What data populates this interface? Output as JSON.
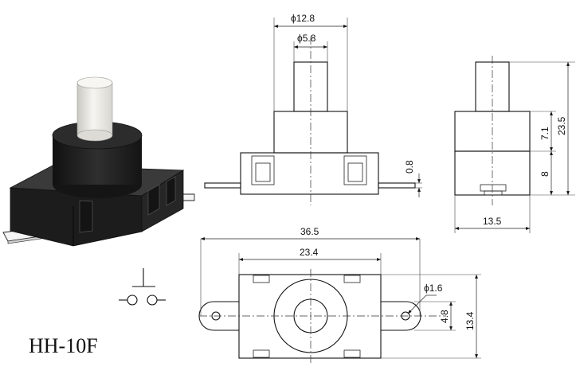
{
  "model": "HH-10F",
  "dimensions": {
    "phi_12_8": "ϕ12.8",
    "phi_5_8": "ϕ5.8",
    "h_23_5": "23.5",
    "h_7_1": "7.1",
    "h_8": "8",
    "w_13_5": "13.5",
    "t_0_8": "0.8",
    "w_36_5": "36.5",
    "w_23_4": "23.4",
    "phi_1_6": "ϕ1.6",
    "h_4_8": "4.8",
    "h_13_4": "13.4"
  },
  "colors": {
    "line": "#111111",
    "body_dark": "#1e1e1e",
    "plunger": "#ecebe6",
    "terminal": "#f2f2f2"
  }
}
